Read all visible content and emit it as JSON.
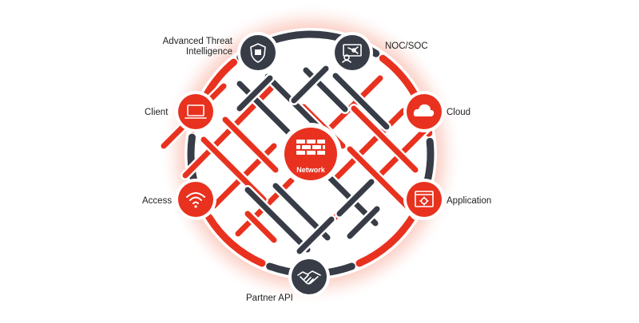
{
  "colors": {
    "red": "#e8321f",
    "dark": "#373c47",
    "glow": "#f58b74"
  },
  "center": {
    "label": "Network",
    "icon": "firewall-brick-icon"
  },
  "nodes": [
    {
      "label": "Advanced Threat Intelligence",
      "line1": "Advanced Threat",
      "line2": "Intelligence",
      "icon": "shield-chip-icon",
      "style": "dark"
    },
    {
      "label": "NOC/SOC",
      "icon": "monitor-network-icon",
      "style": "dark"
    },
    {
      "label": "Client",
      "icon": "laptop-icon",
      "style": "red"
    },
    {
      "label": "Cloud",
      "icon": "cloud-icon",
      "style": "red"
    },
    {
      "label": "Access",
      "icon": "wifi-icon",
      "style": "red"
    },
    {
      "label": "Application",
      "icon": "app-window-gear-icon",
      "style": "red"
    },
    {
      "label": "Partner API",
      "icon": "handshake-icon",
      "style": "dark"
    }
  ]
}
